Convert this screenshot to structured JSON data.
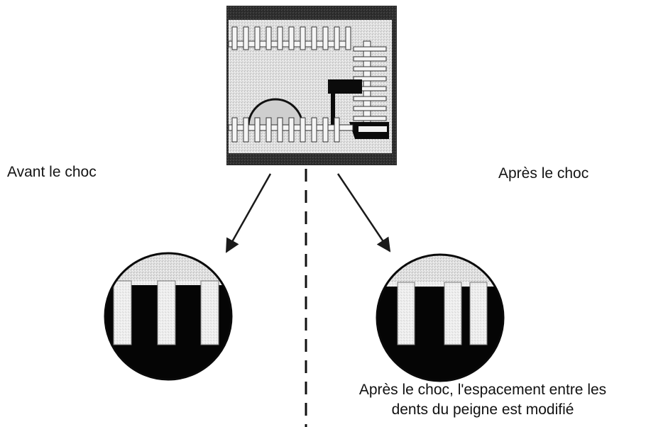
{
  "labels": {
    "before": "Avant le choc",
    "after": "Après le choc",
    "caption_line1": "Après le choc, l'espacement entre les",
    "caption_line2": "dents du peigne est modifié"
  },
  "colors": {
    "background": "#ffffff",
    "die_dark": "#2c2c2c",
    "silicon": "#dcdcdc",
    "comb": "#f2f2f2",
    "gap_dark": "#060606",
    "arrow": "#1a1a1a"
  }
}
